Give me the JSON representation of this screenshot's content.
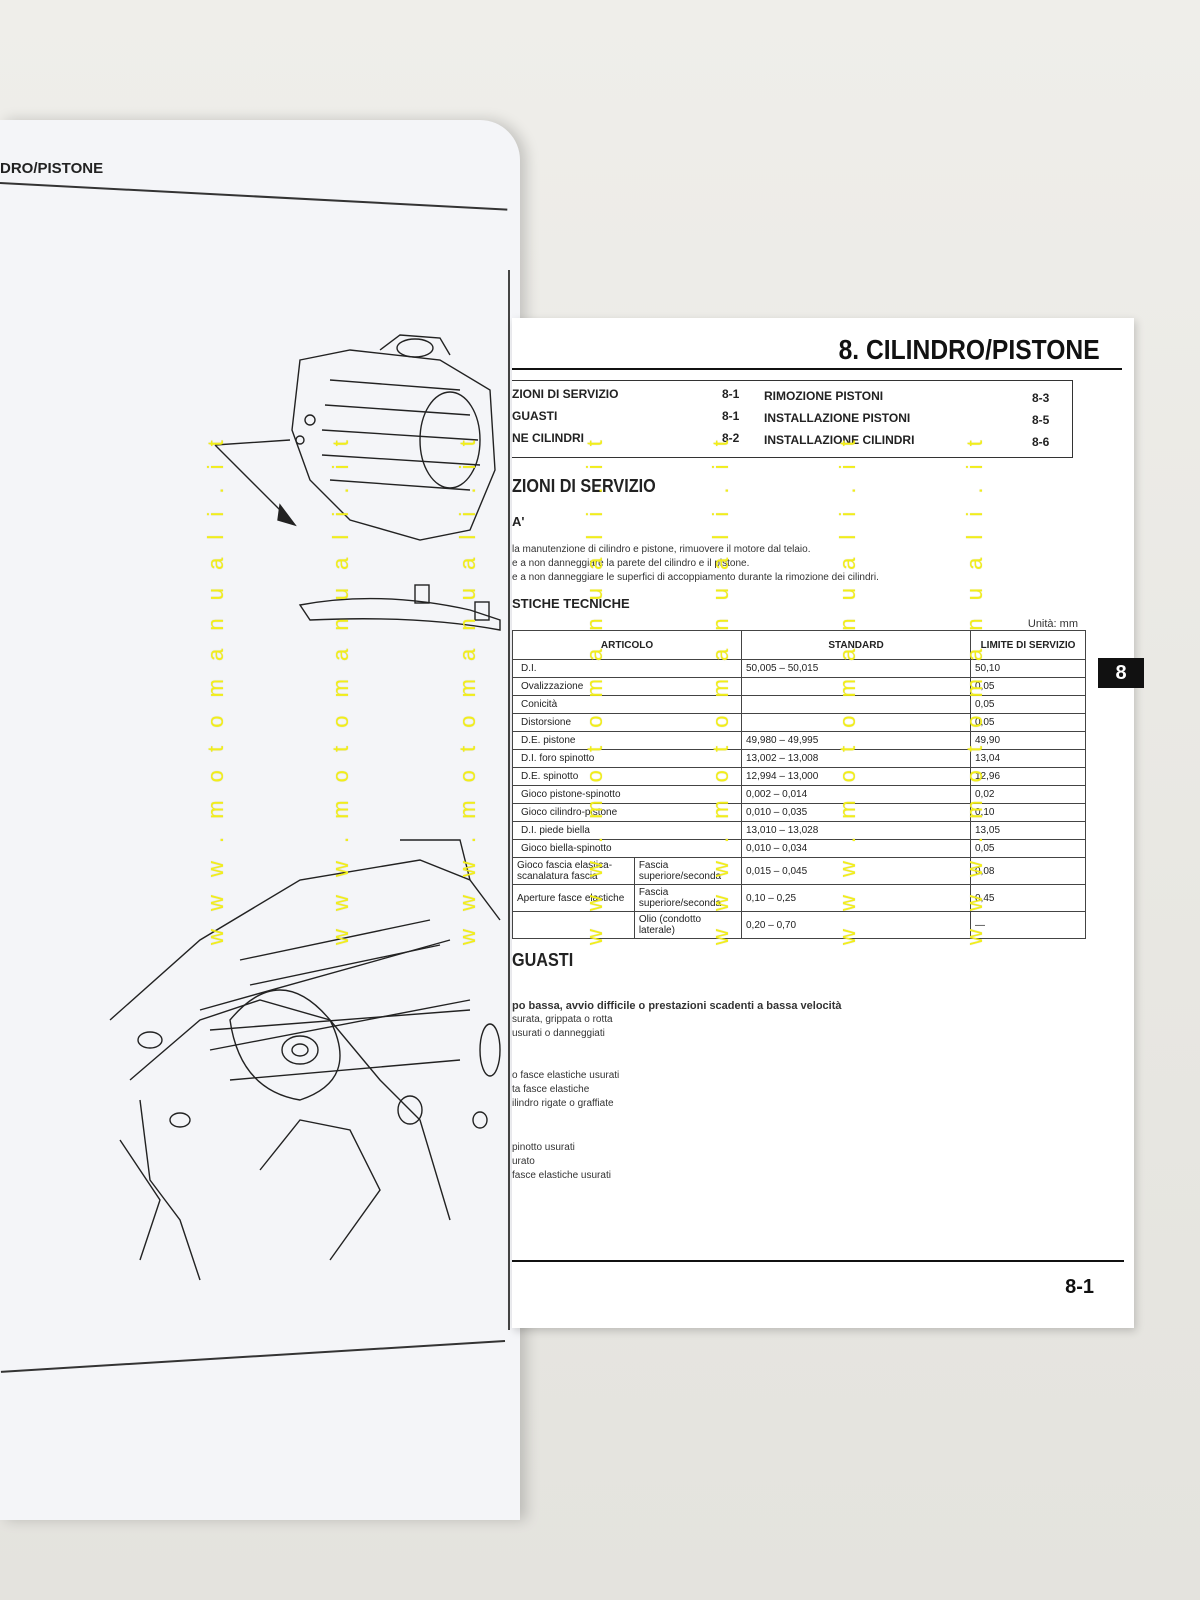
{
  "left_page": {
    "header": "DRO/PISTONE"
  },
  "right_page": {
    "chapter_title": "8. CILINDRO/PISTONE",
    "toc": [
      {
        "label": "ZIONI DI SERVIZIO",
        "page": "8-1"
      },
      {
        "label": "GUASTI",
        "page": "8-1"
      },
      {
        "label": "NE CILINDRI",
        "page": "8-2"
      },
      {
        "label": "RIMOZIONE PISTONI",
        "page": "8-3"
      },
      {
        "label": "INSTALLAZIONE PISTONI",
        "page": "8-5"
      },
      {
        "label": "INSTALLAZIONE CILINDRI",
        "page": "8-6"
      }
    ],
    "section1_title": "ZIONI DI SERVIZIO",
    "section1_sub": "A'",
    "notes": [
      "la manutenzione di cilindro e pistone, rimuovere il motore dal telaio.",
      "e a non danneggiare la parete del cilindro e il pistone.",
      "e a non danneggiare le superfici di accoppiamento durante la rimozione dei cilindri."
    ],
    "specs_title": "STICHE TECNICHE",
    "unit": "Unità: mm",
    "table": {
      "headers": [
        "ARTICOLO",
        "STANDARD",
        "LIMITE DI SERVIZIO"
      ],
      "rows": [
        {
          "item": "D.I.",
          "sub": "",
          "std": "50,005 – 50,015",
          "lim": "50,10"
        },
        {
          "item": "Ovalizzazione",
          "sub": "",
          "std": "",
          "lim": "0,05"
        },
        {
          "item": "Conicità",
          "sub": "",
          "std": "",
          "lim": "0,05"
        },
        {
          "item": "Distorsione",
          "sub": "",
          "std": "",
          "lim": "0,05"
        },
        {
          "item": "D.E. pistone",
          "sub": "",
          "std": "49,980 – 49,995",
          "lim": "49,90"
        },
        {
          "item": "D.I. foro spinotto",
          "sub": "",
          "std": "13,002 – 13,008",
          "lim": "13,04"
        },
        {
          "item": "D.E. spinotto",
          "sub": "",
          "std": "12,994 – 13,000",
          "lim": "12,96"
        },
        {
          "item": "Gioco pistone-spinotto",
          "sub": "",
          "std": "0,002 – 0,014",
          "lim": "0,02"
        },
        {
          "item": "Gioco cilindro-pistone",
          "sub": "",
          "std": "0,010 – 0,035",
          "lim": "0,10"
        },
        {
          "item": "D.I. piede biella",
          "sub": "",
          "std": "13,010 – 13,028",
          "lim": "13,05"
        },
        {
          "item": "Gioco biella-spinotto",
          "sub": "",
          "std": "0,010 – 0,034",
          "lim": "0,05"
        },
        {
          "item": "Gioco fascia elastica-scanalatura fascia",
          "sub": "Fascia superiore/seconda",
          "std": "0,015 – 0,045",
          "lim": "0,08"
        },
        {
          "item": "Aperture fasce elastiche",
          "sub": "Fascia superiore/seconda",
          "std": "0,10 – 0,25",
          "lim": "0,45"
        },
        {
          "item": "",
          "sub": "Olio (condotto laterale)",
          "std": "0,20 – 0,70",
          "lim": "—"
        }
      ]
    },
    "section2_title": "GUASTI",
    "guasti_lead": "po bassa, avvio difficile o prestazioni scadenti a bassa velocità",
    "guasti_items": [
      "surata, grippata o rotta",
      "usurati o danneggiati",
      "o fasce elastiche usurati",
      "ta fasce elastiche",
      "ilindro rigate o graffiate",
      "pinotto usurati",
      "urato",
      "fasce elastiche usurati"
    ],
    "page_number": "8-1",
    "side_tab": "8"
  },
  "watermark": "w w w . m o t o m a n u a l i . i t"
}
